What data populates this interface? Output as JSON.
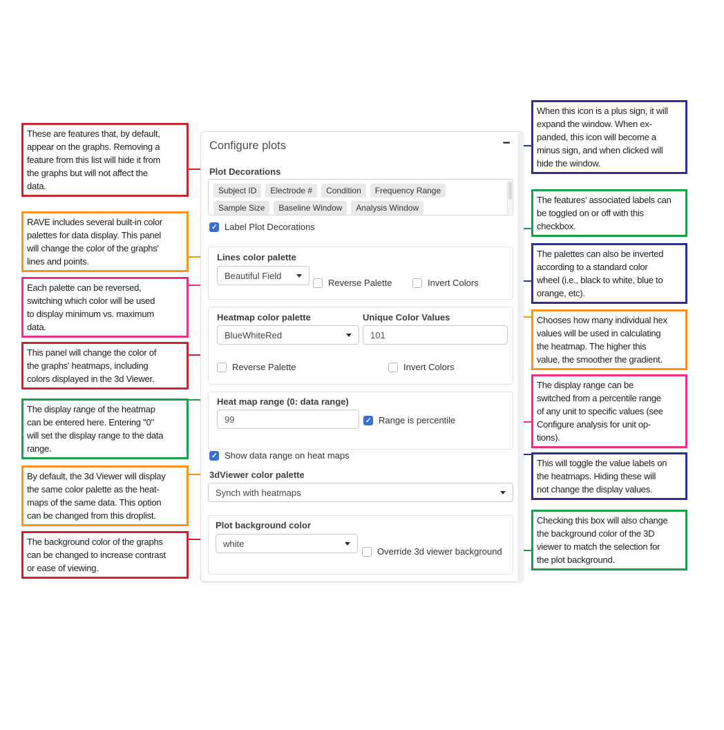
{
  "colors": {
    "red": "#c9252b",
    "orange": "#f7941e",
    "pink": "#ee2d8b",
    "green": "#18a04c",
    "navy": "#2e3192",
    "checkbox_blue": "#3a6fd1"
  },
  "panel": {
    "title": "Configure plots",
    "collapse_icon": "−",
    "plot_decorations": {
      "label": "Plot Decorations",
      "tags": [
        "Subject ID",
        "Electrode #",
        "Condition",
        "Frequency Range",
        "Sample Size",
        "Baseline Window",
        "Analysis Window"
      ]
    },
    "label_plot_decorations": {
      "label": "Label Plot Decorations",
      "checked": true
    },
    "lines_palette": {
      "label": "Lines color palette",
      "value": "Beautiful Field",
      "reverse": {
        "label": "Reverse Palette",
        "checked": false
      },
      "invert": {
        "label": "Invert Colors",
        "checked": false
      }
    },
    "heatmap_palette": {
      "label": "Heatmap color palette",
      "value": "BlueWhiteRed",
      "unique_label": "Unique Color Values",
      "unique_value": "101",
      "reverse": {
        "label": "Reverse Palette",
        "checked": false
      },
      "invert": {
        "label": "Invert Colors",
        "checked": false
      }
    },
    "heatmap_range": {
      "label": "Heat map range (0: data range)",
      "value": "99",
      "percentile": {
        "label": "Range is percentile",
        "checked": true
      }
    },
    "show_range": {
      "label": "Show data range on heat maps",
      "checked": true
    },
    "viewer_palette": {
      "label": "3dViewer color palette",
      "value": "Synch with heatmaps"
    },
    "background": {
      "label": "Plot background color",
      "value": "white",
      "override": {
        "label": "Override 3d viewer background",
        "checked": false
      }
    }
  },
  "annotations": {
    "left": [
      {
        "color": "#c9252b",
        "text": "These are features that, by default,\nappear on the graphs. Removing a\nfeature from this list will hide it from\nthe graphs but will not affect the\ndata."
      },
      {
        "color": "#f7941e",
        "text": "RAVE includes several built-in color\npalettes for data display. This panel\nwill change the color of the graphs'\nlines and points."
      },
      {
        "color": "#ee2d8b",
        "text": "Each palette can be reversed,\nswitching which color will be used\nto display minimum vs. maximum\ndata."
      },
      {
        "color": "#c9252b",
        "text": "This panel will change the color of\nthe graphs' heatmaps, including\ncolors displayed in the 3d Viewer."
      },
      {
        "color": "#18a04c",
        "text": "The display range of the heatmap\ncan be entered here. Entering \"0\"\nwill set the display range to the data\nrange."
      },
      {
        "color": "#f7941e",
        "text": "By default, the 3d Viewer will display\nthe same color palette as the heat-\nmaps of the same data. This option\ncan be changed from this droplist."
      },
      {
        "color": "#c9252b",
        "text": "The background color of the graphs\ncan be changed to increase contrast\nor ease of viewing."
      }
    ],
    "right": [
      {
        "color": "#2e3192",
        "text": "When this icon is a plus sign, it will\nexpand the window. When ex-\npanded, this icon will become a\nminus sign, and when clicked will\nhide the window."
      },
      {
        "color": "#18a04c",
        "text": "The features' associated labels can\nbe toggled on or off with this\ncheckbox."
      },
      {
        "color": "#2e3192",
        "text": "The palettes can also be inverted\naccording to a standard color\nwheel (i.e., black to white, blue to\norange, etc)."
      },
      {
        "color": "#f7941e",
        "text": "Chooses how many individual hex\nvalues will be used in calculating\nthe heatmap. The higher this\nvalue, the smoother the gradient."
      },
      {
        "color": "#ee2d8b",
        "text": "The display range can be\nswitched from a percentile range\nof any unit to specific values (see\nConfigure analysis for unit op-\ntions)."
      },
      {
        "color": "#2e3192",
        "text": "This will toggle the value labels on\nthe heatmaps. Hiding these will\nnot change the display values."
      },
      {
        "color": "#18a04c",
        "text": "Checking this box will also change\nthe background color of the 3D\nviewer to match the selection for\nthe plot background."
      }
    ]
  },
  "connectors": [
    "#c9252b",
    "#f7941e",
    "#ee2d8b",
    "#c9252b",
    "#c9252b",
    "#18a04c",
    "#f7941e",
    "#c9252b",
    "#2e3192",
    "#18a04c",
    "#2e3192",
    "#f7941e",
    "#ee2d8b",
    "#2e3192",
    "#18a04c"
  ]
}
